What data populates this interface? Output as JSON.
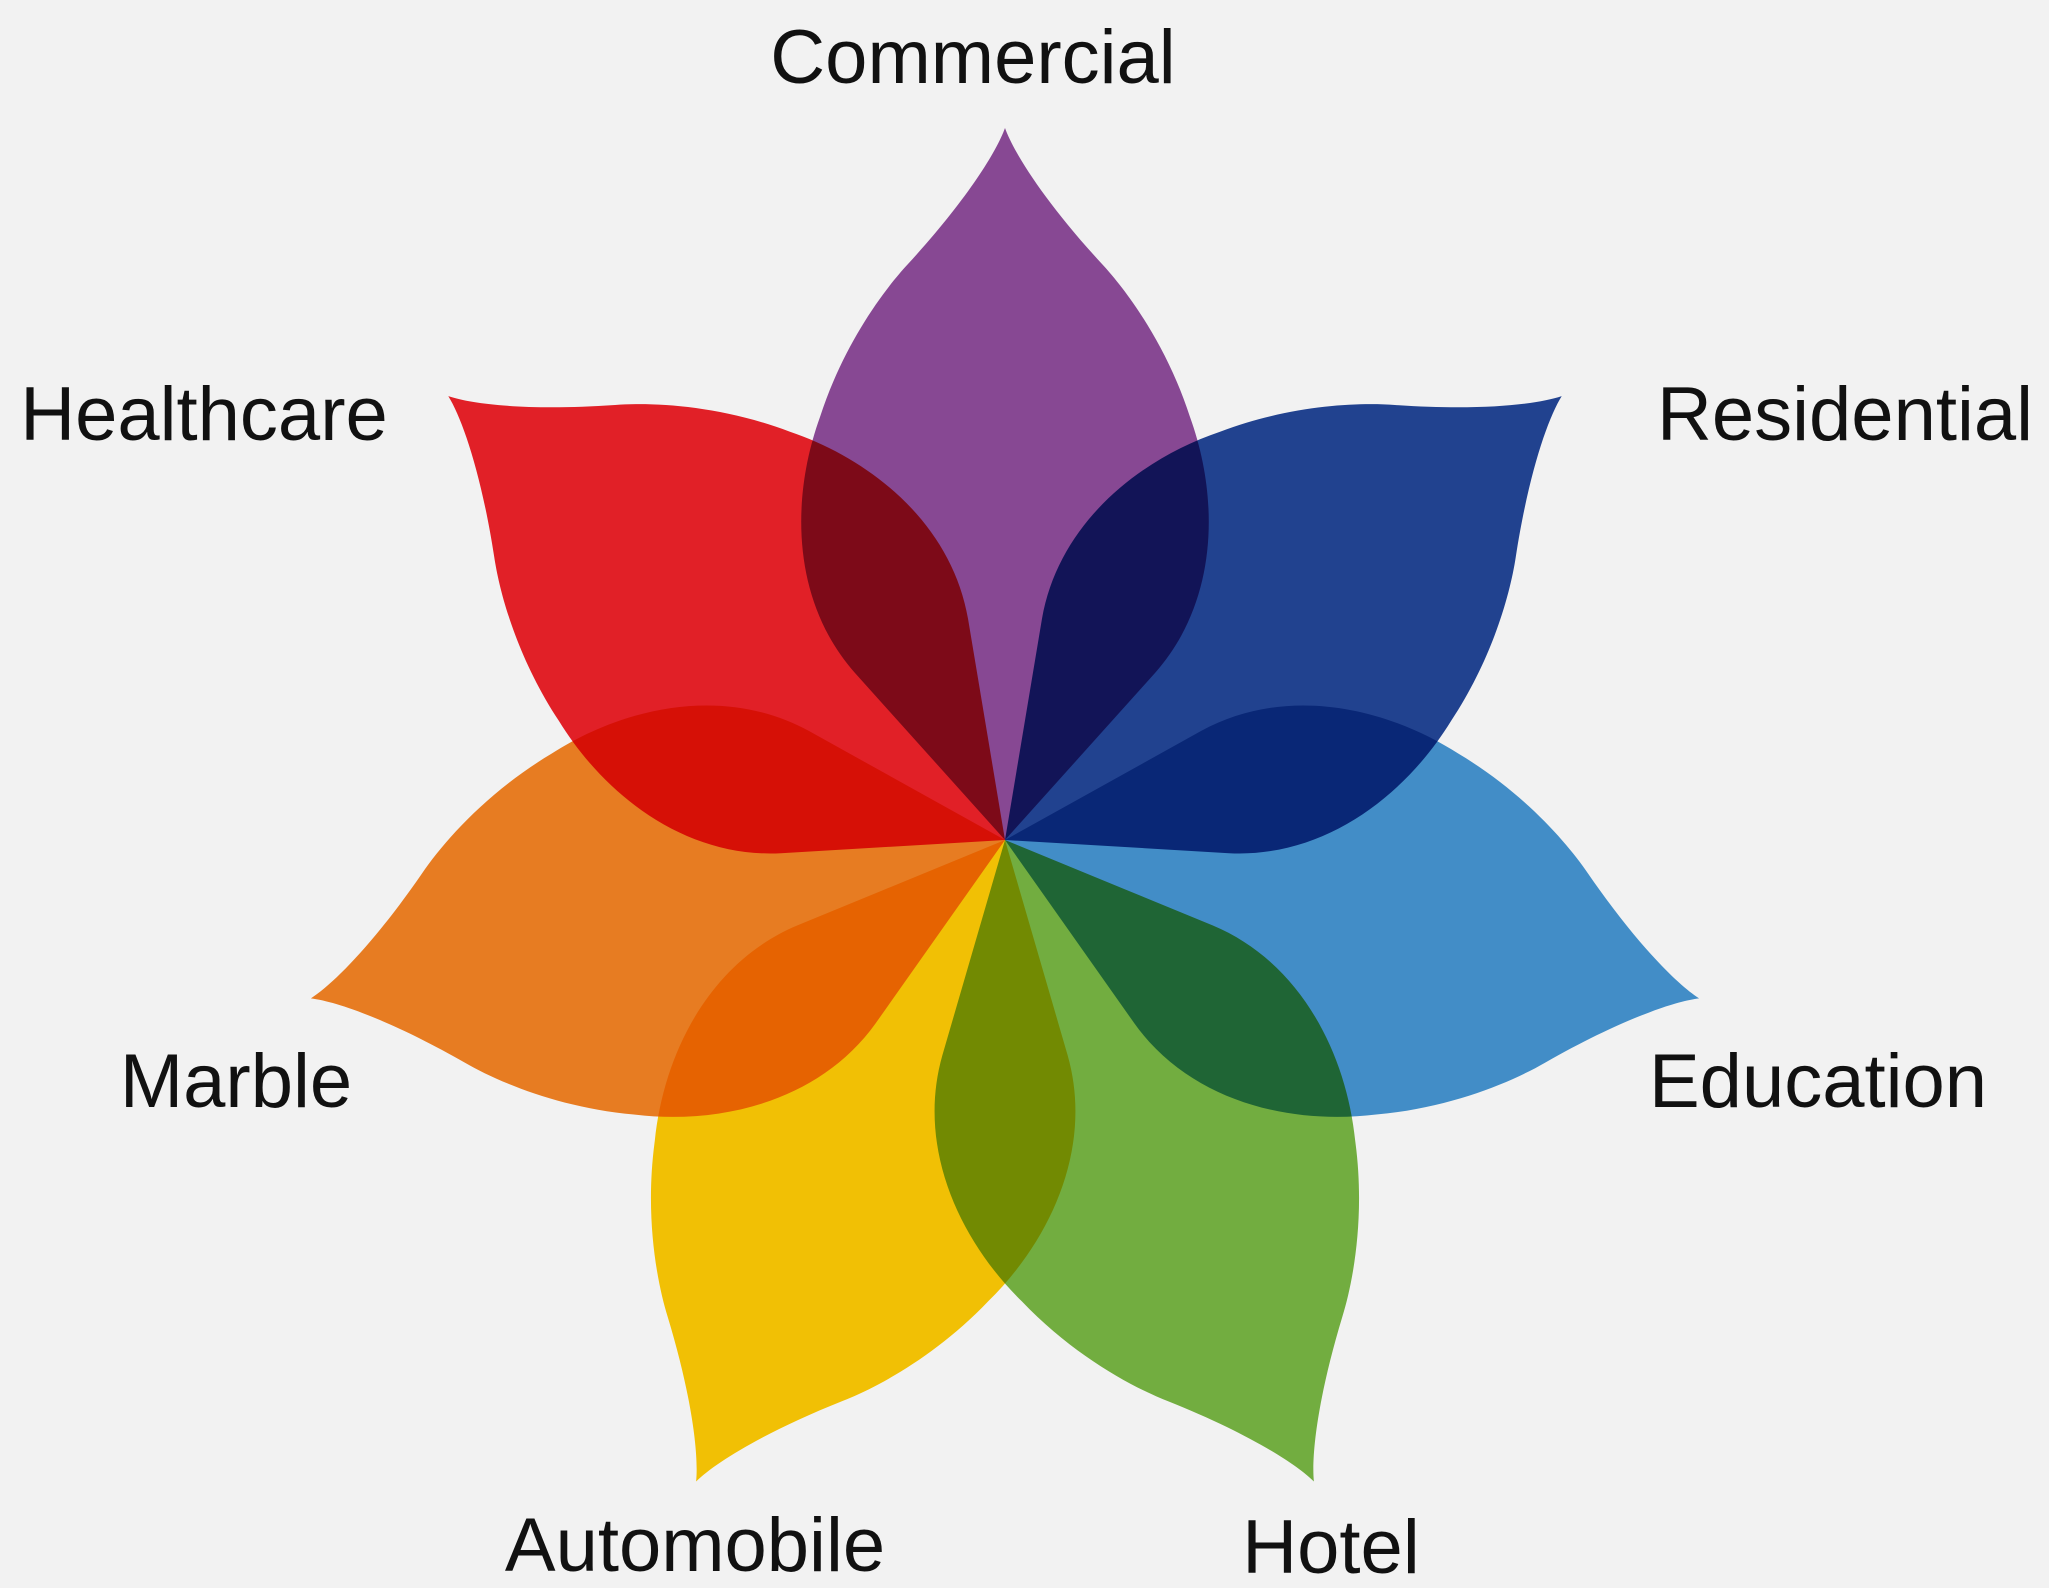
{
  "diagram": {
    "petals": [
      {
        "id": "commercial",
        "label": "Commercial",
        "color": "#8e4c9b"
      },
      {
        "id": "residential",
        "label": "Residential",
        "color": "#224597"
      },
      {
        "id": "education",
        "label": "Education",
        "color": "#4595d2"
      },
      {
        "id": "hotel",
        "label": "Hotel",
        "color": "#78b743"
      },
      {
        "id": "automobile",
        "label": "Automobile",
        "color": "#fecb05"
      },
      {
        "id": "marble",
        "label": "Marble",
        "color": "#f48323"
      },
      {
        "id": "healthcare",
        "label": "Healthcare",
        "color": "#ed2129"
      }
    ]
  }
}
